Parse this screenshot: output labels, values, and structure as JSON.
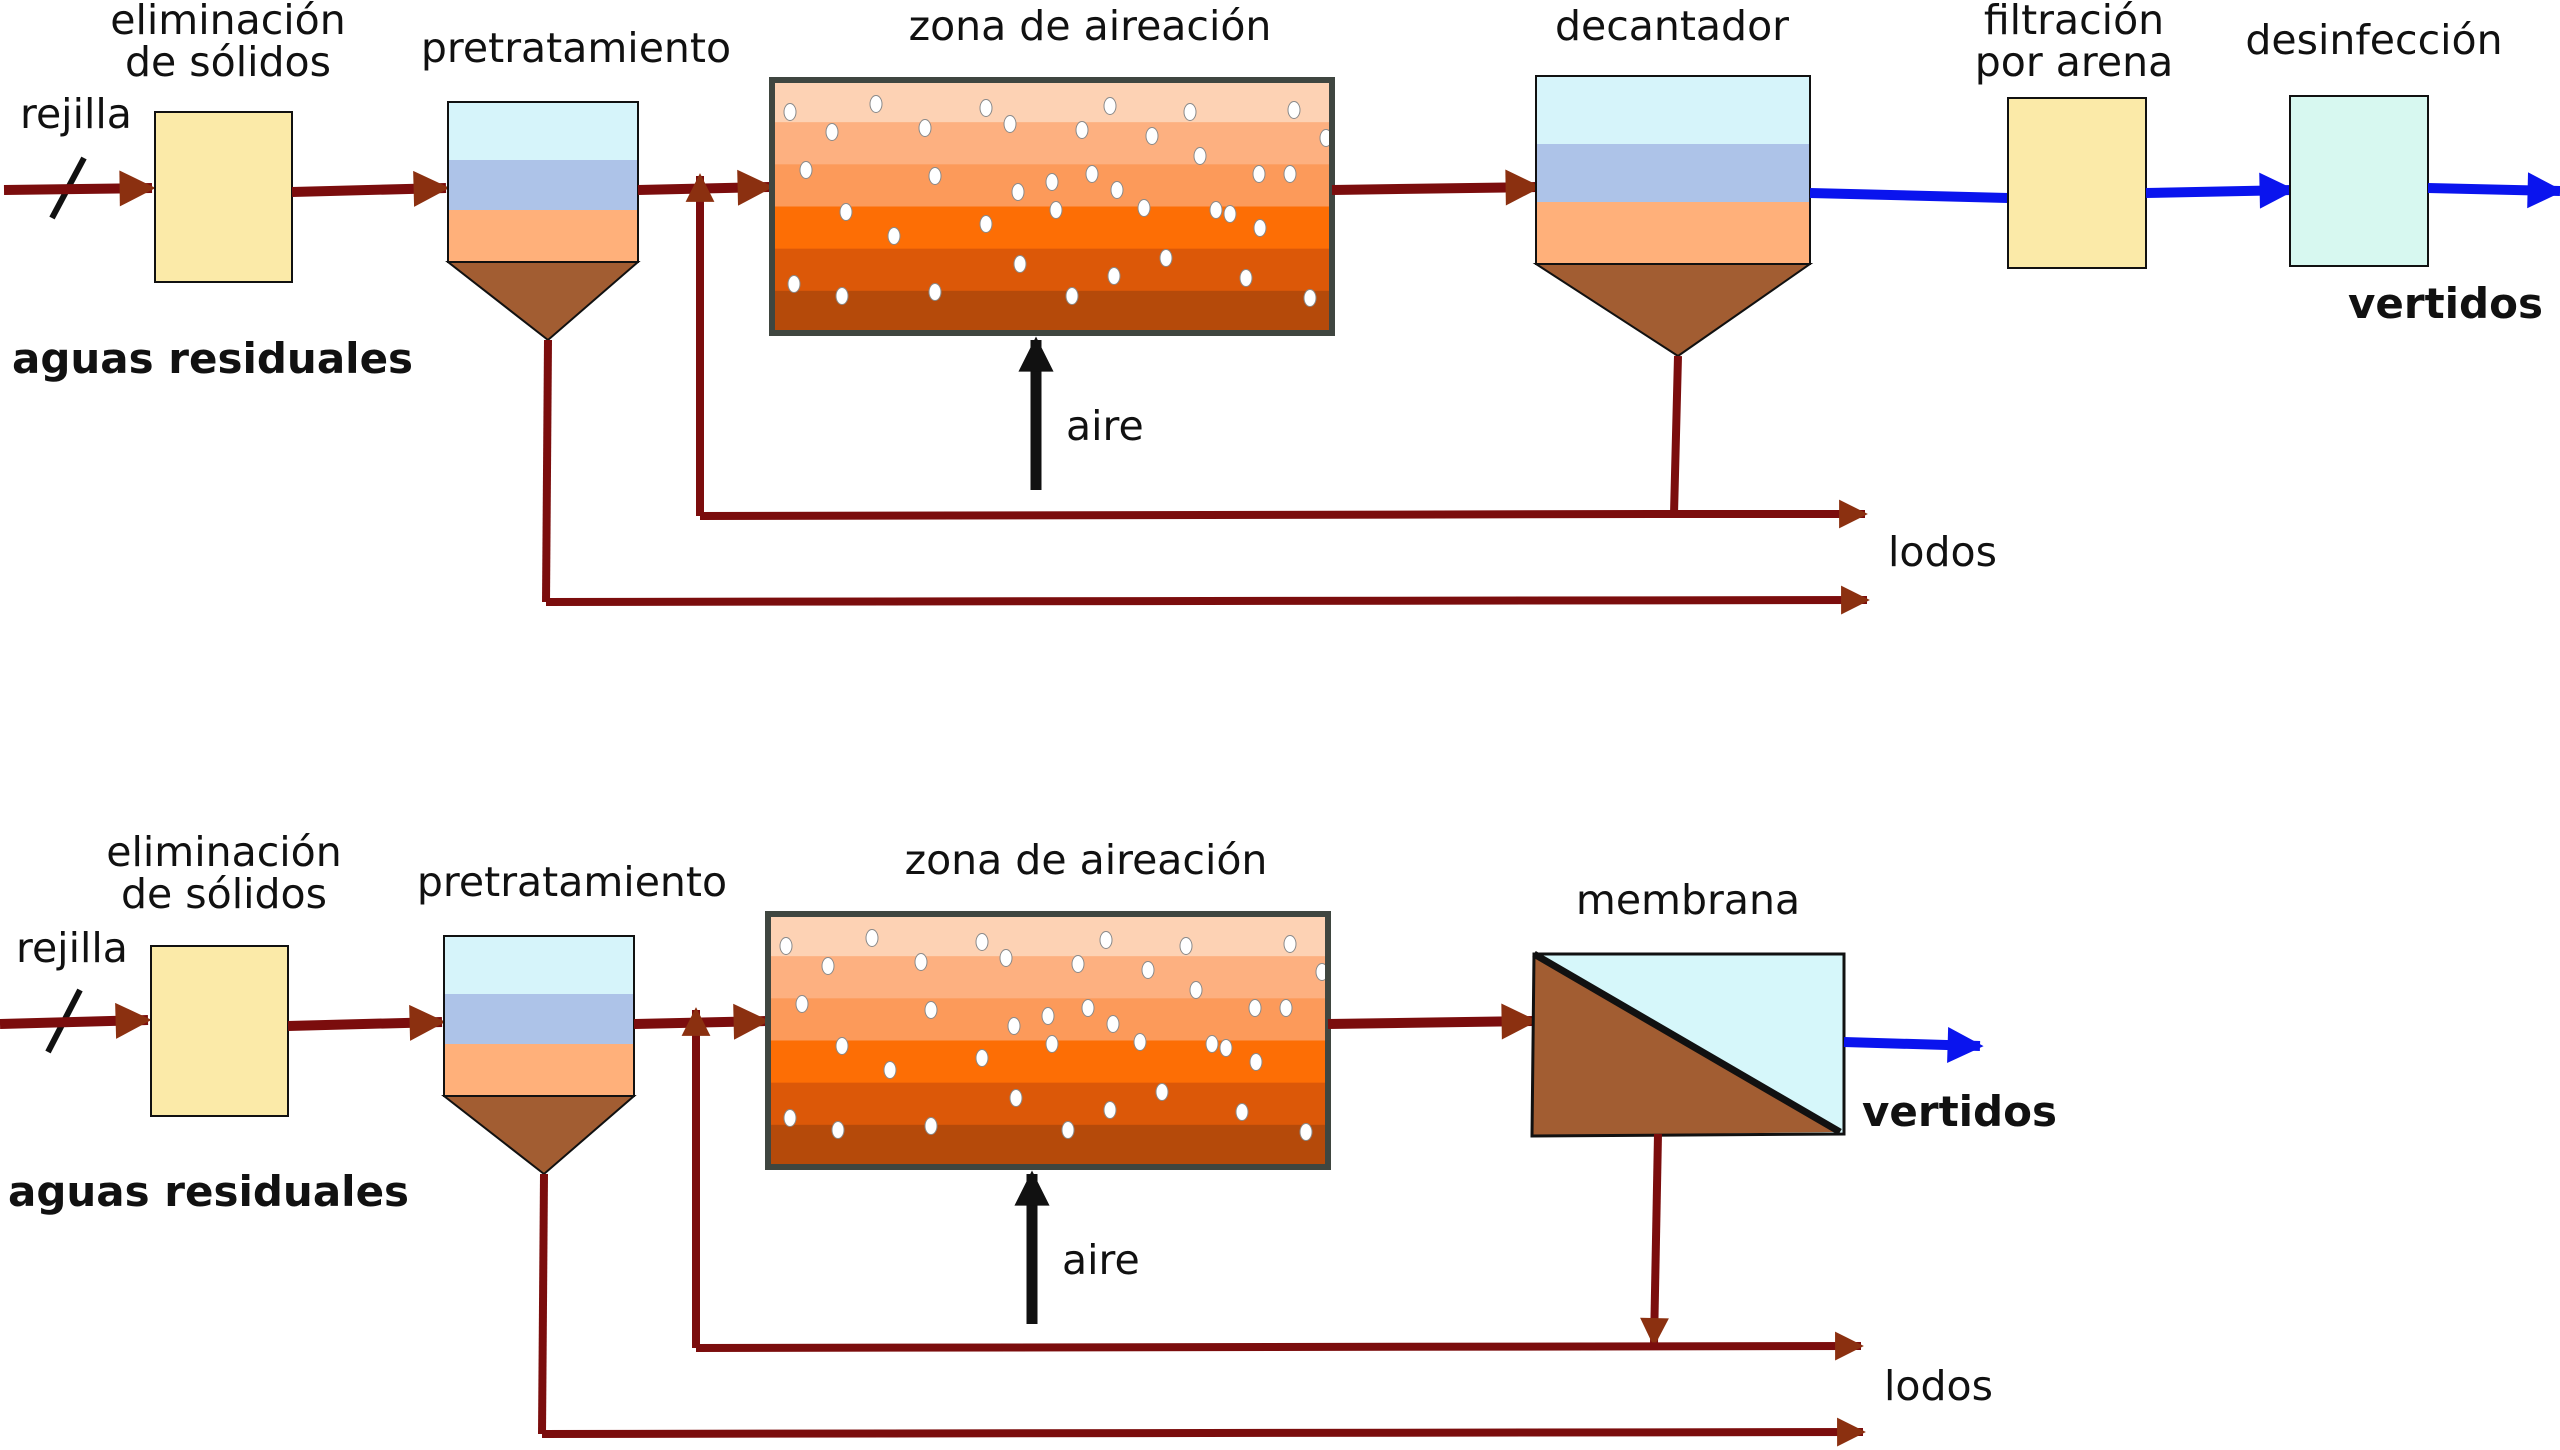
{
  "colors": {
    "sludge_line": "#7b0d0d",
    "arrowhead": "#8b3010",
    "effluent_line": "#0a14ee",
    "air_arrow": "#111111",
    "solids_box": "#fbeaa8",
    "disinfection_box": "#d7f8f0",
    "water_top": "#d6f4fa",
    "water_blue": "#adc3e8",
    "water_orange": "#ffb07a",
    "sludge_brown": "#a25d32",
    "tank_frame": "#3f4640",
    "aeration_bands": [
      "#fdd2b4",
      "#fdb080",
      "#fc9a5a",
      "#fd6e05",
      "#dc5808",
      "#b54a0a"
    ]
  },
  "diagram_top": {
    "input_label": "aguas residuales",
    "screen_label": "rejilla",
    "solids_removal_label": [
      "eliminación",
      "de sólidos"
    ],
    "pretreatment_label": "pretratamiento",
    "aeration_label": "zona de aireación",
    "air_label": "aire",
    "clarifier_label": "decantador",
    "sand_filter_label": [
      "filtración",
      "por arena"
    ],
    "disinfection_label": "desinfección",
    "effluent_label": "vertidos",
    "sludge_label": "lodos"
  },
  "diagram_bottom": {
    "input_label": "aguas residuales",
    "screen_label": "rejilla",
    "solids_removal_label": [
      "eliminación",
      "de sólidos"
    ],
    "pretreatment_label": "pretratamiento",
    "aeration_label": "zona de aireación",
    "air_label": "aire",
    "membrane_label": "membrana",
    "effluent_label": "vertidos",
    "sludge_label": "lodos"
  }
}
